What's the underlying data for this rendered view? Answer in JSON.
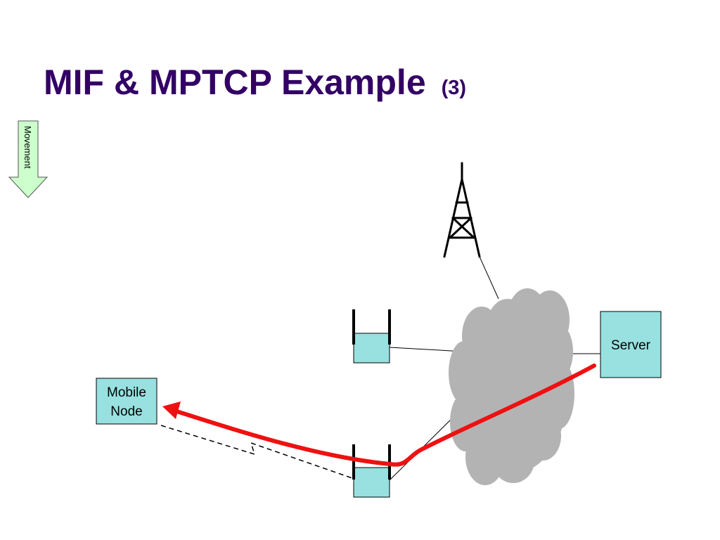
{
  "title": {
    "main": "MIF & MPTCP Example",
    "sub": "(3)"
  },
  "movement_label": "Movement",
  "nodes": {
    "mobile_node": {
      "line1": "Mobile",
      "line2": "Node"
    },
    "server": "Server"
  },
  "colors": {
    "title": "#330066",
    "node_fill": "#99e0e0",
    "cloud": "#b3b3b3",
    "path": "#ee1111",
    "arrow_fill": "#ccffcc"
  }
}
